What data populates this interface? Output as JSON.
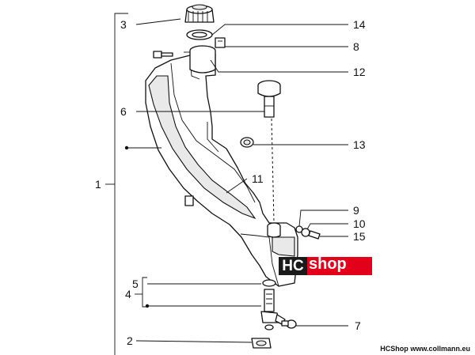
{
  "callouts": {
    "c1": "1",
    "c2": "2",
    "c3": "3",
    "c4": "4",
    "c5": "5",
    "c6": "6",
    "c7": "7",
    "c8": "8",
    "c9": "9",
    "c10": "10",
    "c11": "11",
    "c12": "12",
    "c13": "13",
    "c14": "14",
    "c15": "15"
  },
  "logo": {
    "hc": "HC",
    "shop": "shop"
  },
  "footer": {
    "brand": "HCShop",
    "site": "www.collmann.eu"
  }
}
